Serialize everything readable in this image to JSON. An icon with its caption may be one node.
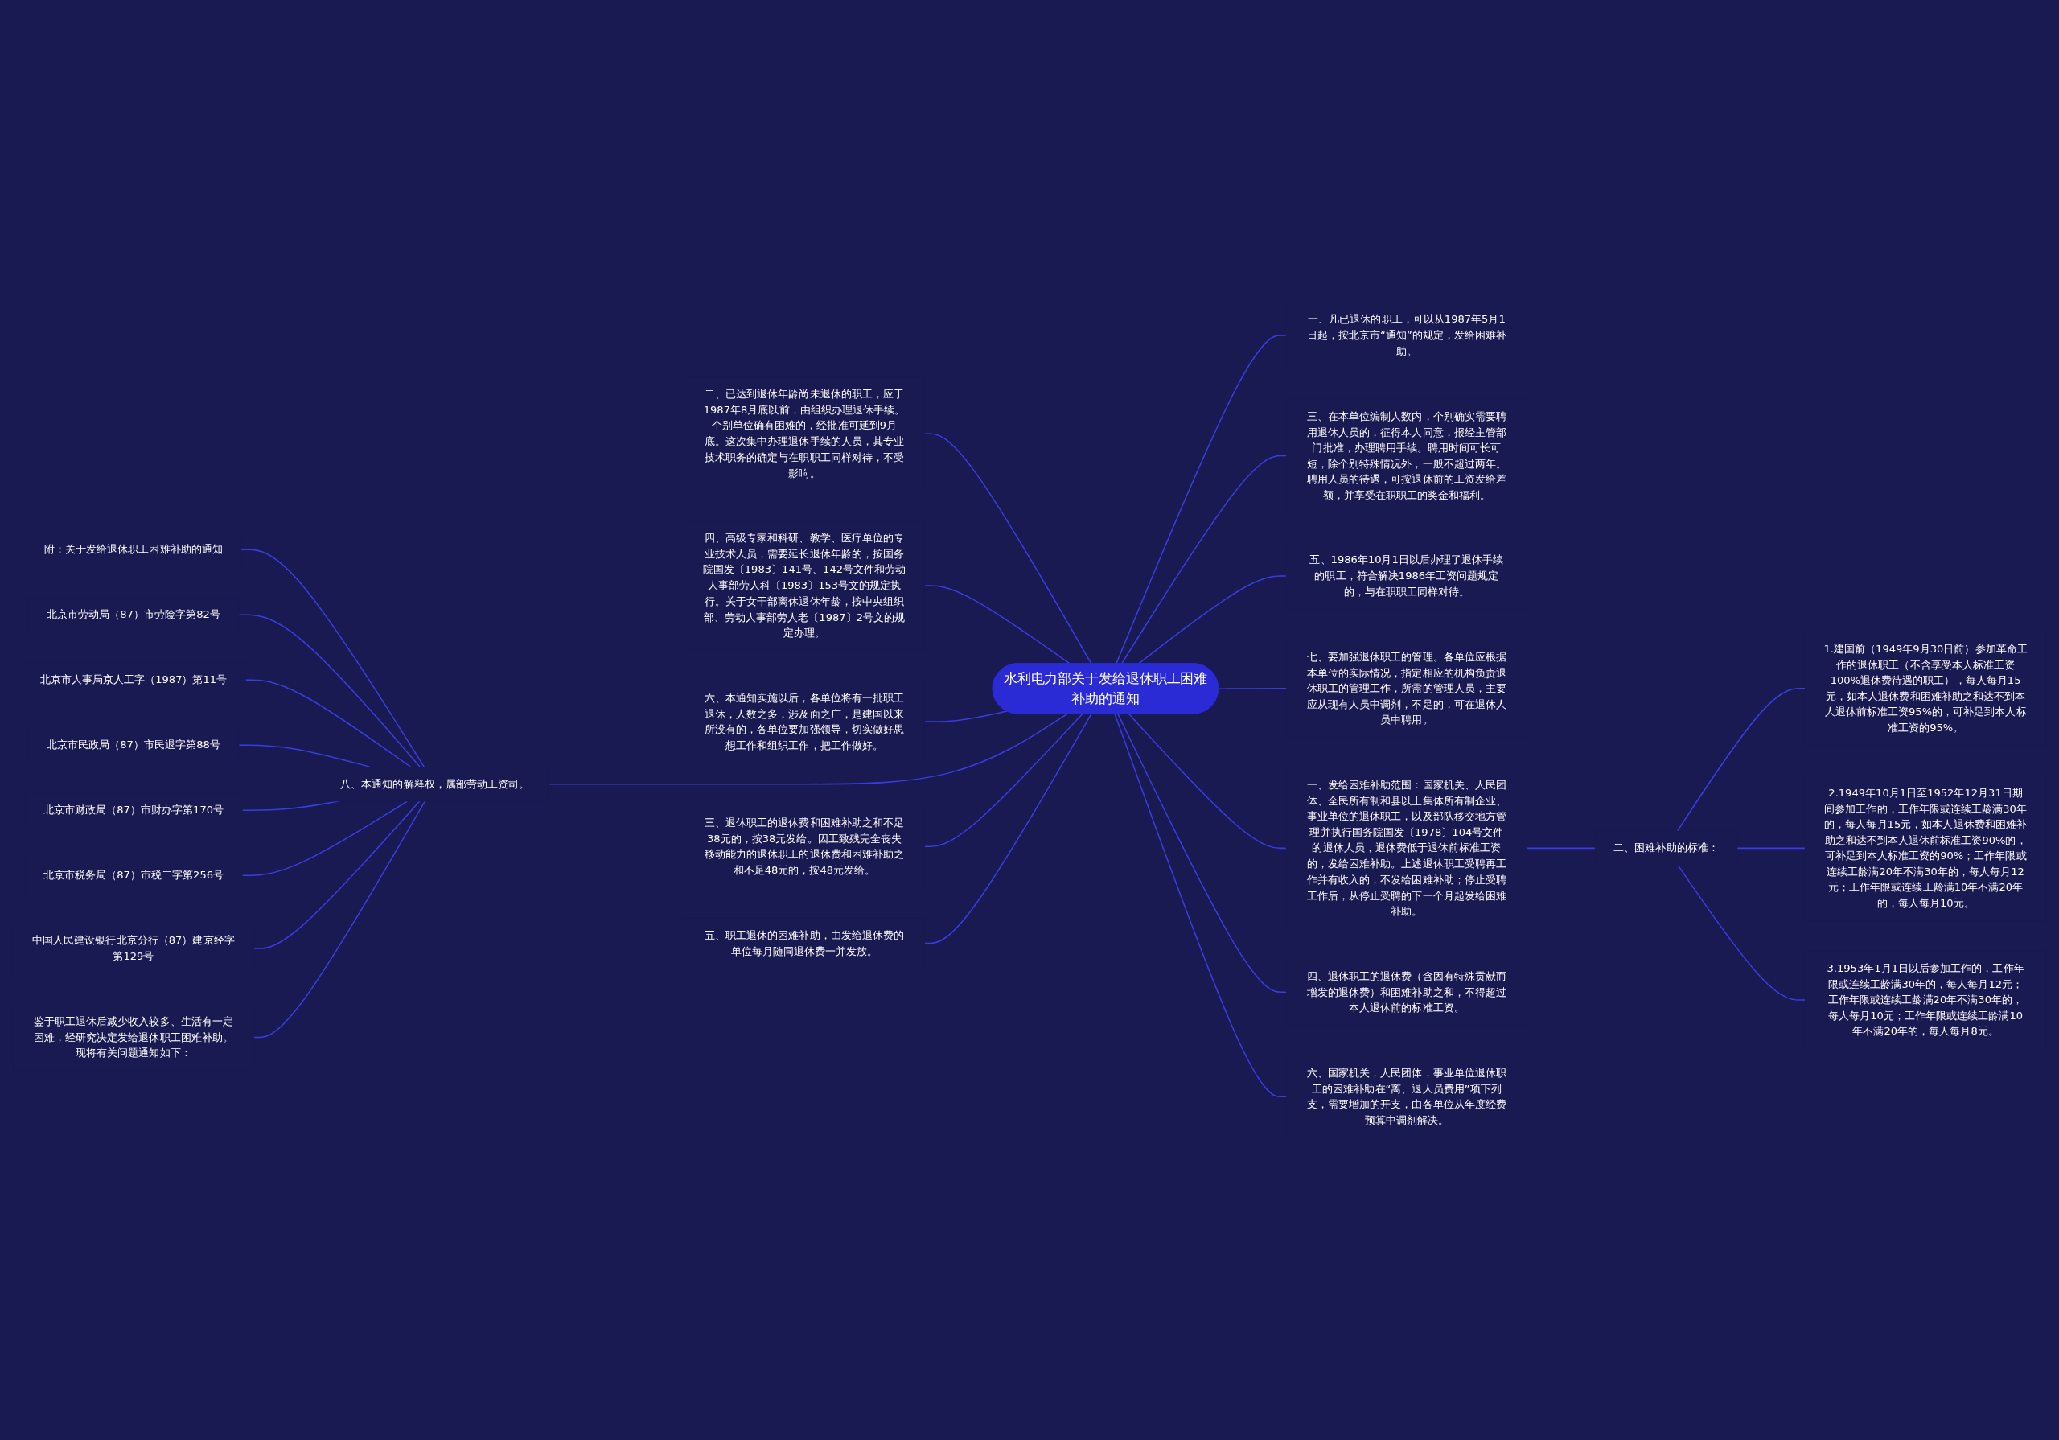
{
  "diagram": {
    "nodes": [
      {
        "text": [
          "水利电力部关于发给退休职工困难补助的通知"
        ]
      },
      {
        "text": [
          "一、凡已退休的职工，可以从1987年5月1日起，按北京市“通知”的规定，发给困难补助。"
        ]
      },
      {
        "text": [
          "三、在本单位编制人数内，个别确实需要聘用退休人员的，征得本人同意，报经主管部门批准，办理聘用手续。聘用时间可长可短，除个别特殊情况外，一般不超过两年。聘用人员的待遇，可按退休前的工资发给差额，并享受在职职工的奖金和福利。"
        ]
      },
      {
        "text": [
          "五、1986年10月1日以后办理了退休手续的职工，符合解决1986年工资问题规定的，与在职职工同样对待。"
        ]
      },
      {
        "text": [
          "七、要加强退休职工的管理。各单位应根据本单位的实际情况，指定相应的机构负责退休职工的管理工作，所需的管理人员，主要应从现有人员中调剂，不足的，可在退休人员中聘用。"
        ]
      },
      {
        "text": [
          "一、发给困难补助范围：国家机关、人民团体、全民所有制和县以上集体所有制企业、事业单位的退休职工，以及部队移交地方管理并执行国务院国发〔1978〕104号文件的退休人员，退休费低于退休前标准工资的，发给困难补助。上述退休职工受聘再工作并有收入的，不发给困难补助；停止受聘工作后，从停止受聘的下一个月起发给困难补助。"
        ]
      },
      {
        "text": [
          "二、困难补助的标准："
        ]
      },
      {
        "text": [
          "1.建国前（1949年9月30日前）参加革命工作的退休职工（不含享受本人标准工资100%退休费待遇的职工），每人每月15元，如本人退休费和困难补助之和达不到本人退休前标准工资95%的，可补足到本人标准工资的95%。"
        ]
      },
      {
        "text": [
          "2.1949年10月1日至1952年12月31日期间参加工作的，工作年限或连续工龄满30年的，每人每月15元，如本人退休费和困难补助之和达不到本人退休前标准工资90%的，可补足到本人标准工资的90%；工作年限或连续工龄满20年不满30年的，每人每月12元；工作年限或连续工龄满10年不满20年的，每人每月10元。"
        ]
      },
      {
        "text": [
          "3.1953年1月1日以后参加工作的，工作年限或连续工龄满30年的，每人每月12元；工作年限或连续工龄满20年不满30年的，每人每月10元；工作年限或连续工龄满10年不满20年的，每人每月8元。"
        ]
      },
      {
        "text": [
          "四、退休职工的退休费（含因有特殊贡献而增发的退休费）和困难补助之和，不得超过本人退休前的标准工资。"
        ]
      },
      {
        "text": [
          "六、国家机关，人民团体，事业单位退休职工的困难补助在“离、退人员费用”项下列支，需要增加的开支，由各单位从年度经费预算中调剂解决。"
        ]
      },
      {
        "text": [
          "二、已达到退休年龄尚未退休的职工，应于1987年8月底以前，由组织办理退休手续。个别单位确有困难的，经批准可延到9月底。这次集中办理退休手续的人员，其专业技术职务的确定与在职职工同样对待，不受影响。"
        ]
      },
      {
        "text": [
          "四、高级专家和科研、教学、医疗单位的专业技术人员，需要延长退休年龄的，按国务院国发〔1983〕141号、142号文件和劳动人事部劳人科〔1983〕153号文的规定执行。关于女干部离休退休年龄，按中央组织部、劳动人事部劳人老〔1987〕2号文的规定办理。"
        ]
      },
      {
        "text": [
          "六、本通知实施以后，各单位将有一批职工退休，人数之多，涉及面之广，是建国以来所没有的，各单位要加强领导，切实做好思想工作和组织工作，把工作做好。"
        ]
      },
      {
        "text": [
          "八、本通知的解释权，属部劳动工资司。"
        ]
      },
      {
        "text": [
          "附：关于发给退休职工困难补助的通知"
        ]
      },
      {
        "text": [
          "北京市劳动局（87）市劳险字第82号"
        ]
      },
      {
        "text": [
          "北京市人事局京人工字（1987）第11号"
        ]
      },
      {
        "text": [
          "北京市民政局（87）市民退字第88号"
        ]
      },
      {
        "text": [
          "北京市财政局（87）市财办字第170号"
        ]
      },
      {
        "text": [
          "北京市税务局（87）市税二字第256号"
        ]
      },
      {
        "text": [
          "中国人民建设银行北京分行（87）建京经字第129号"
        ]
      },
      {
        "text": [
          "鉴于职工退休后减少收入较多、生活有一定困难，经研究决定发给退休职工困难补助。现将有关问题通知如下："
        ]
      },
      {
        "text": [
          "三、退休职工的退休费和困难补助之和不足38元的，按38元发给。因工致残完全丧失移动能力的退休职工的退休费和困难补助之和不足48元的，按48元发给。"
        ]
      },
      {
        "text": [
          "五、职工退休的困难补助，由发给退休费的单位每月随同退休费一并发放。"
        ]
      }
    ],
    "edges": [
      {
        "from": 0,
        "to": 1,
        "arrow": "none"
      },
      {
        "from": 0,
        "to": 2,
        "arrow": "none"
      },
      {
        "from": 0,
        "to": 3,
        "arrow": "none"
      },
      {
        "from": 0,
        "to": 4,
        "arrow": "none"
      },
      {
        "from": 0,
        "to": 5,
        "arrow": "none"
      },
      {
        "from": 5,
        "to": 6,
        "arrow": "none"
      },
      {
        "from": 6,
        "to": 7,
        "arrow": "none"
      },
      {
        "from": 6,
        "to": 8,
        "arrow": "none"
      },
      {
        "from": 6,
        "to": 9,
        "arrow": "none"
      },
      {
        "from": 0,
        "to": 10,
        "arrow": "none"
      },
      {
        "from": 0,
        "to": 11,
        "arrow": "none"
      },
      {
        "from": 12,
        "to": 0,
        "arrow": "none"
      },
      {
        "from": 13,
        "to": 0,
        "arrow": "none"
      },
      {
        "from": 14,
        "to": 0,
        "arrow": "none"
      },
      {
        "from": 15,
        "to": 0,
        "arrow": "none"
      },
      {
        "from": 16,
        "to": 15,
        "arrow": "none"
      },
      {
        "from": 17,
        "to": 15,
        "arrow": "none"
      },
      {
        "from": 18,
        "to": 15,
        "arrow": "none"
      },
      {
        "from": 19,
        "to": 15,
        "arrow": "none"
      },
      {
        "from": 20,
        "to": 15,
        "arrow": "none"
      },
      {
        "from": 21,
        "to": 15,
        "arrow": "none"
      },
      {
        "from": 22,
        "to": 15,
        "arrow": "none"
      },
      {
        "from": 23,
        "to": 15,
        "arrow": "none"
      },
      {
        "from": 24,
        "to": 0,
        "arrow": "none"
      },
      {
        "from": 25,
        "to": 0,
        "arrow": "none"
      }
    ]
  }
}
